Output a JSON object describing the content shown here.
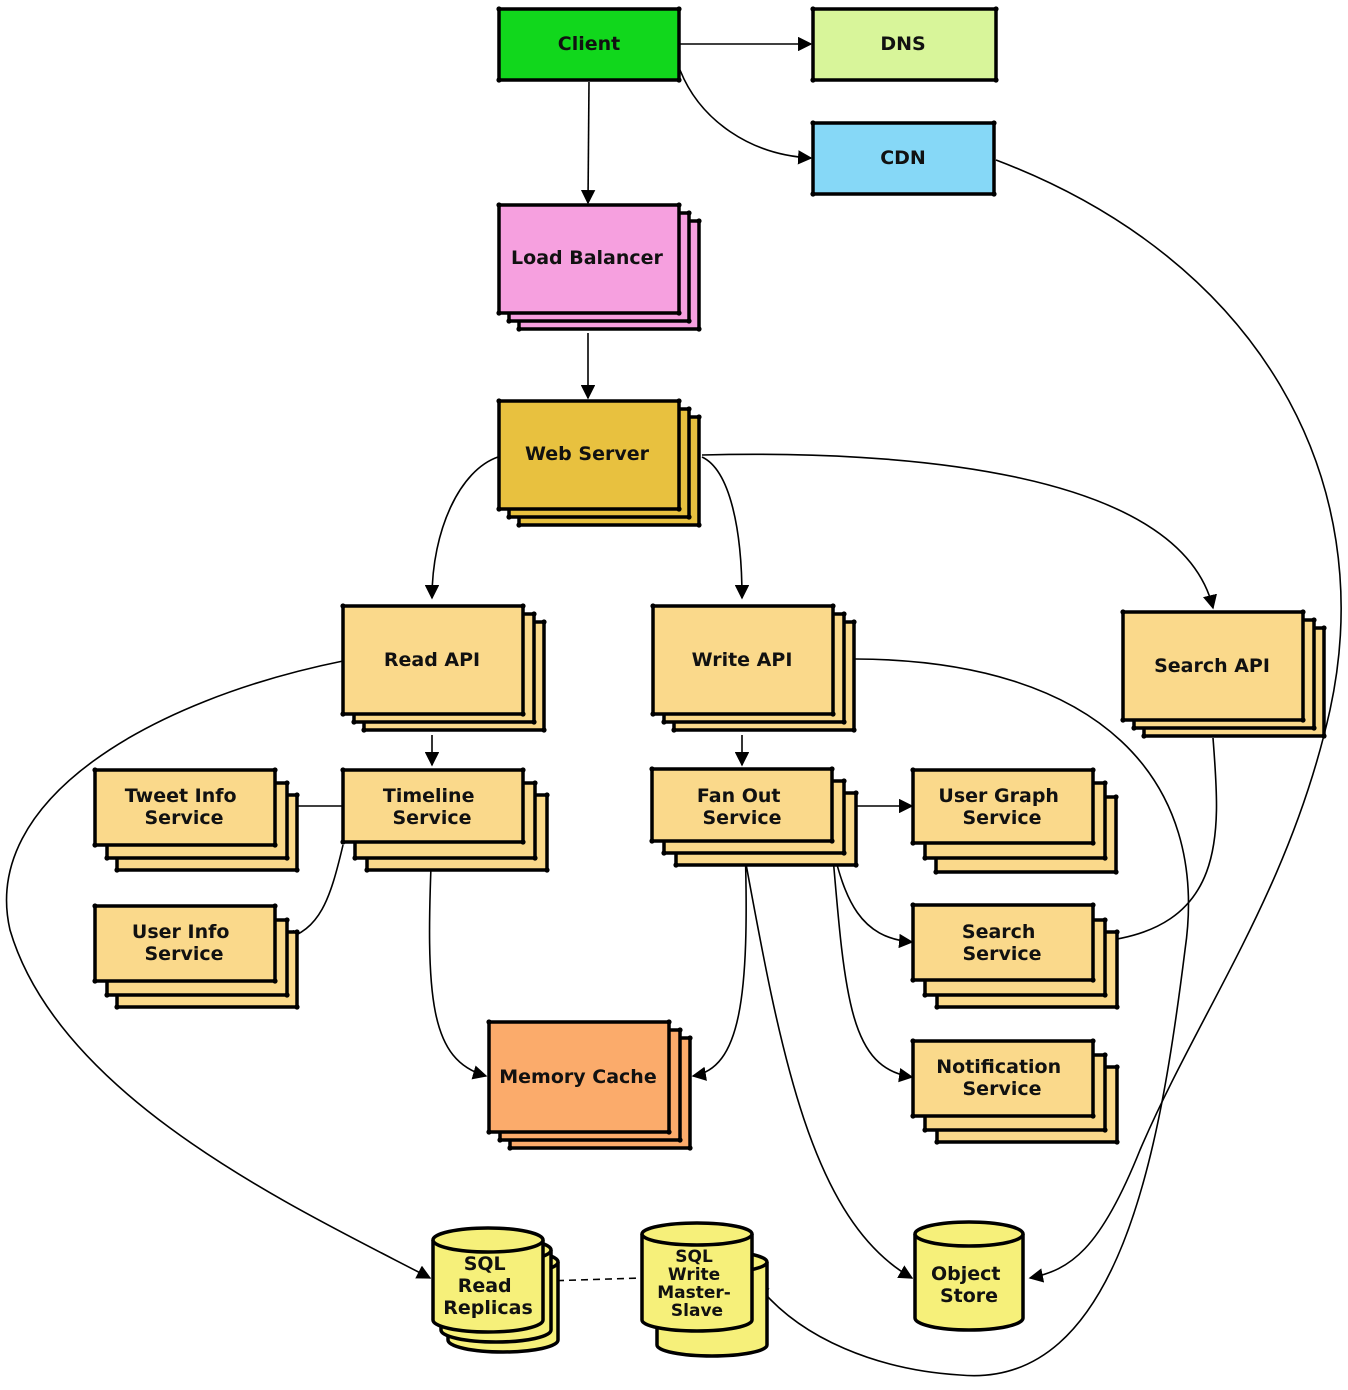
{
  "colors": {
    "client": "#11d71c",
    "dns": "#d8f59a",
    "cdn": "#86d8f7",
    "load_balancer": "#f6a0df",
    "web_server": "#e8c13f",
    "service": "#fad98b",
    "memory_cache": "#fbab6b",
    "database": "#f6f07a"
  },
  "nodes": {
    "client": "Client",
    "dns": "DNS",
    "cdn": "CDN",
    "load_balancer": "Load Balancer",
    "web_server": "Web Server",
    "read_api": "Read API",
    "write_api": "Write API",
    "search_api": "Search API",
    "tweet_info_service": [
      "Tweet Info",
      "Service"
    ],
    "timeline_service": [
      "Timeline",
      "Service"
    ],
    "fan_out_service": [
      "Fan Out",
      "Service"
    ],
    "user_graph_service": [
      "User Graph",
      "Service"
    ],
    "user_info_service": [
      "User Info",
      "Service"
    ],
    "search_service": [
      "Search",
      "Service"
    ],
    "notification_service": [
      "Notification",
      "Service"
    ],
    "memory_cache": "Memory Cache",
    "sql_read_replicas": [
      "SQL",
      "Read",
      "Replicas"
    ],
    "sql_write_master_slave": [
      "SQL",
      "Write",
      "Master-",
      "Slave"
    ],
    "object_store": [
      "Object",
      "Store"
    ]
  }
}
